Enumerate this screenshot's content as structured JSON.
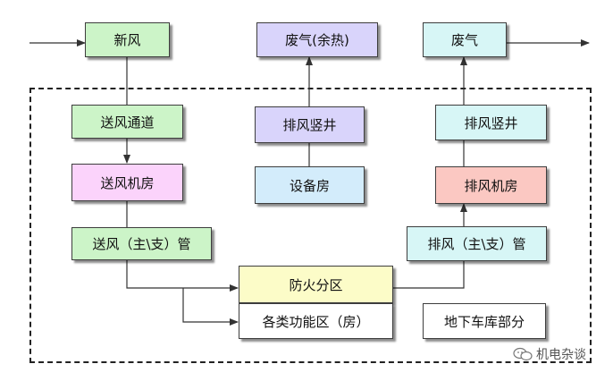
{
  "colors": {
    "green": "#ccf4c8",
    "violet": "#d9d4fb",
    "cyan": "#d7f6f6",
    "pink": "#fbd3fb",
    "light_blue": "#d3ecfb",
    "salmon": "#fbc8c2",
    "yellow": "#fcfcc8",
    "white": "#ffffff",
    "line": "#333333"
  },
  "boxes": {
    "fresh_air": "新风",
    "exhaust_waste_heat": "废气(余热)",
    "exhaust_out": "废气",
    "supply_channel": "送风通道",
    "exhaust_shaft_center": "排风竖井",
    "exhaust_shaft_right": "排风竖井",
    "supply_machine_room": "送风机房",
    "equipment_room": "设备房",
    "exhaust_machine_room": "排风机房",
    "supply_duct": "送风（主\\支）管",
    "exhaust_duct": "排风（主\\支）管",
    "fire_compartment": "防火分区",
    "functional_areas": "各类功能区（房）",
    "underground_garage": "地下车库部分"
  },
  "watermark": {
    "text": "机电杂谈",
    "icon": "wechat-icon"
  }
}
